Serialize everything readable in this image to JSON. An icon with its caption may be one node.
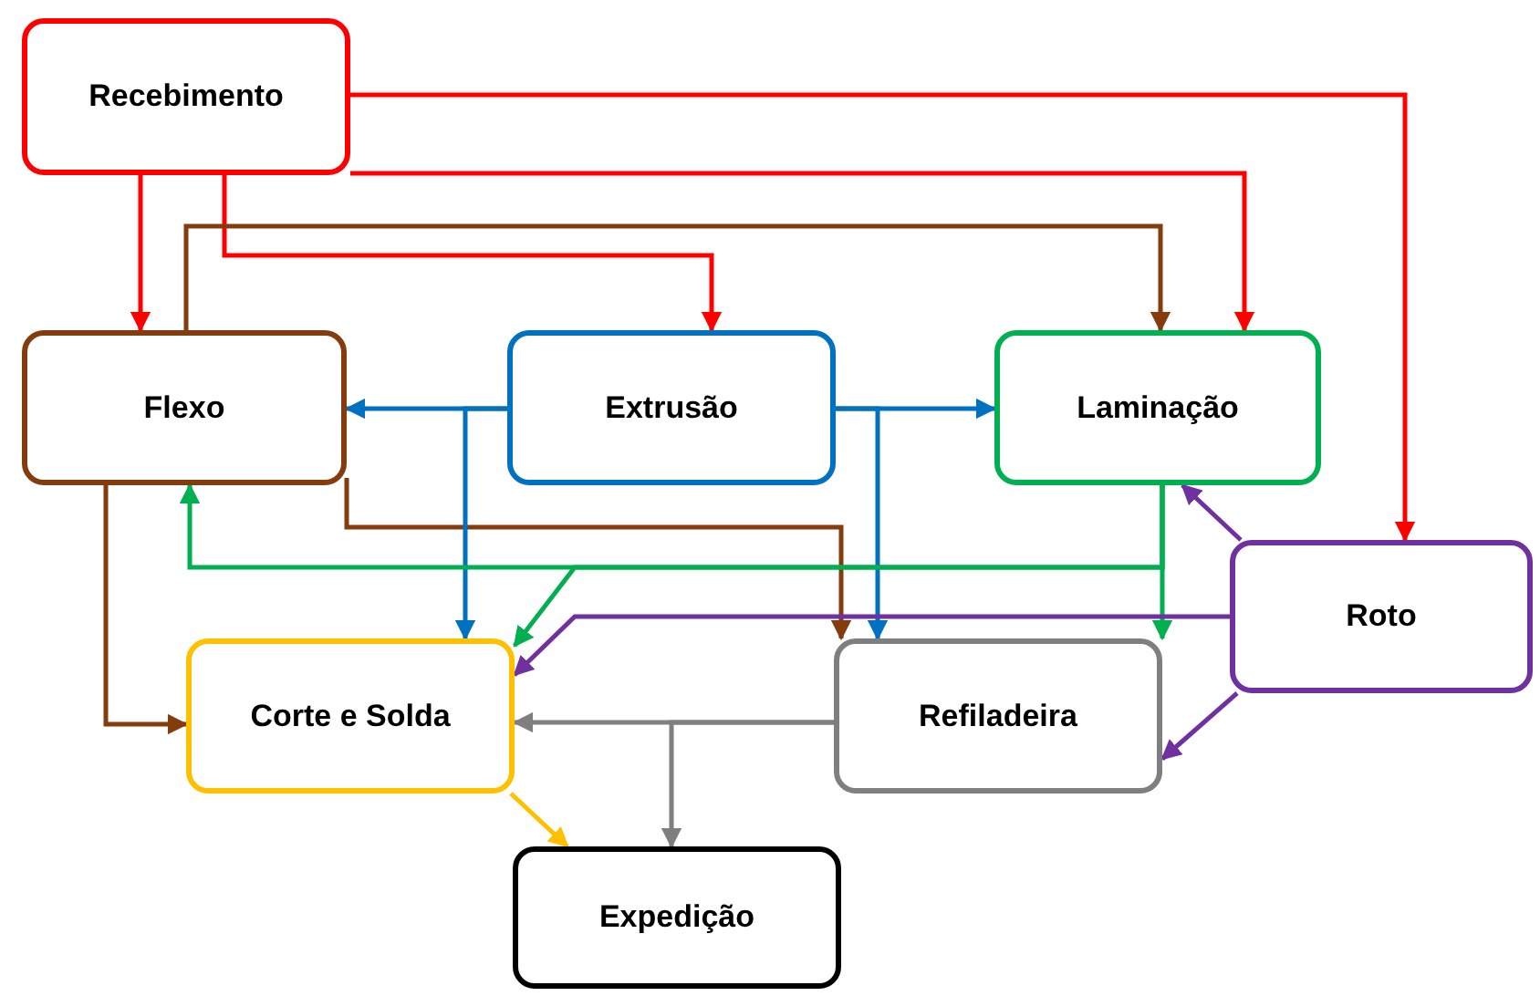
{
  "diagram": {
    "nodes": [
      {
        "text": [
          "Recebimento"
        ]
      },
      {
        "text": [
          "Flexo"
        ]
      },
      {
        "text": [
          "Extrusão"
        ]
      },
      {
        "text": [
          "Laminação"
        ]
      },
      {
        "text": [
          "Roto"
        ]
      },
      {
        "text": [
          "Corte e Solda"
        ]
      },
      {
        "text": [
          "Refiladeira"
        ]
      },
      {
        "text": [
          "Expedição"
        ]
      }
    ],
    "edges": [
      {
        "from": 0,
        "to": 1,
        "arrow": "to",
        "color": "#ff0000"
      },
      {
        "from": 0,
        "to": 4,
        "arrow": "to",
        "color": "#ff0000"
      },
      {
        "from": 0,
        "to": 3,
        "arrow": "to",
        "color": "#ff0000"
      },
      {
        "from": 0,
        "to": 2,
        "arrow": "to",
        "color": "#ff0000"
      },
      {
        "from": 1,
        "to": 3,
        "arrow": "to",
        "color": "#843c0c"
      },
      {
        "from": 1,
        "to": 5,
        "arrow": "to",
        "color": "#843c0c"
      },
      {
        "from": 1,
        "to": 6,
        "arrow": "to",
        "color": "#843c0c"
      },
      {
        "from": 2,
        "to": 1,
        "arrow": "to",
        "color": "#0070c0"
      },
      {
        "from": 2,
        "to": 5,
        "arrow": "to",
        "color": "#0070c0"
      },
      {
        "from": 2,
        "to": 3,
        "arrow": "to",
        "color": "#0070c0"
      },
      {
        "from": 2,
        "to": 6,
        "arrow": "to",
        "color": "#0070c0"
      },
      {
        "from": 3,
        "to": 1,
        "arrow": "to",
        "color": "#00b050"
      },
      {
        "from": 3,
        "to": 5,
        "arrow": "to",
        "color": "#00b050"
      },
      {
        "from": 3,
        "to": 6,
        "arrow": "to",
        "color": "#00b050"
      },
      {
        "from": 4,
        "to": 3,
        "arrow": "to",
        "color": "#7030a0"
      },
      {
        "from": 4,
        "to": 5,
        "arrow": "to",
        "color": "#7030a0"
      },
      {
        "from": 4,
        "to": 6,
        "arrow": "to",
        "color": "#7030a0"
      },
      {
        "from": 6,
        "to": 5,
        "arrow": "to",
        "color": "#7f7f7f"
      },
      {
        "from": 6,
        "to": 7,
        "arrow": "to",
        "color": "#7f7f7f"
      },
      {
        "from": 5,
        "to": 7,
        "arrow": "to",
        "color": "#ffc000"
      }
    ]
  }
}
